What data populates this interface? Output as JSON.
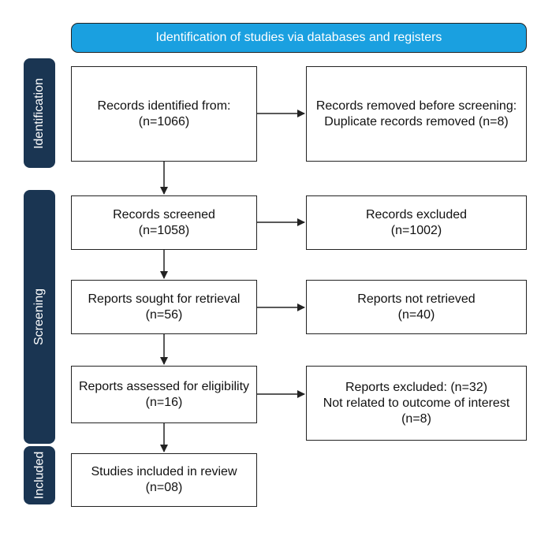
{
  "header": {
    "title": "Identification of studies via databases and registers"
  },
  "phases": {
    "identification": "Identification",
    "screening": "Screening",
    "included": "Included"
  },
  "boxes": {
    "identified": {
      "line1": "Records identified from:",
      "line2": "(n=1066)"
    },
    "removed": {
      "line1": "Records removed before screening:",
      "line2": "Duplicate records removed (n=8)"
    },
    "screened": {
      "line1": "Records screened",
      "line2": "(n=1058)"
    },
    "excluded": {
      "line1": "Records excluded",
      "line2": "(n=1002)"
    },
    "sought": {
      "line1": "Reports sought for retrieval",
      "line2": "(n=56)"
    },
    "not_retrieved": {
      "line1": "Reports not retrieved",
      "line2": "(n=40)"
    },
    "assessed": {
      "line1": "Reports assessed for eligibility",
      "line2": "(n=16)"
    },
    "reports_excluded": {
      "line1": "Reports excluded: (n=32)",
      "line2": "Not related to outcome of interest",
      "line3": "(n=8)"
    },
    "included": {
      "line1": "Studies included in review",
      "line2": "(n=08)"
    }
  },
  "colors": {
    "header_bg": "#1aa0e0",
    "phase_bg": "#1a3552",
    "line": "#222222"
  }
}
